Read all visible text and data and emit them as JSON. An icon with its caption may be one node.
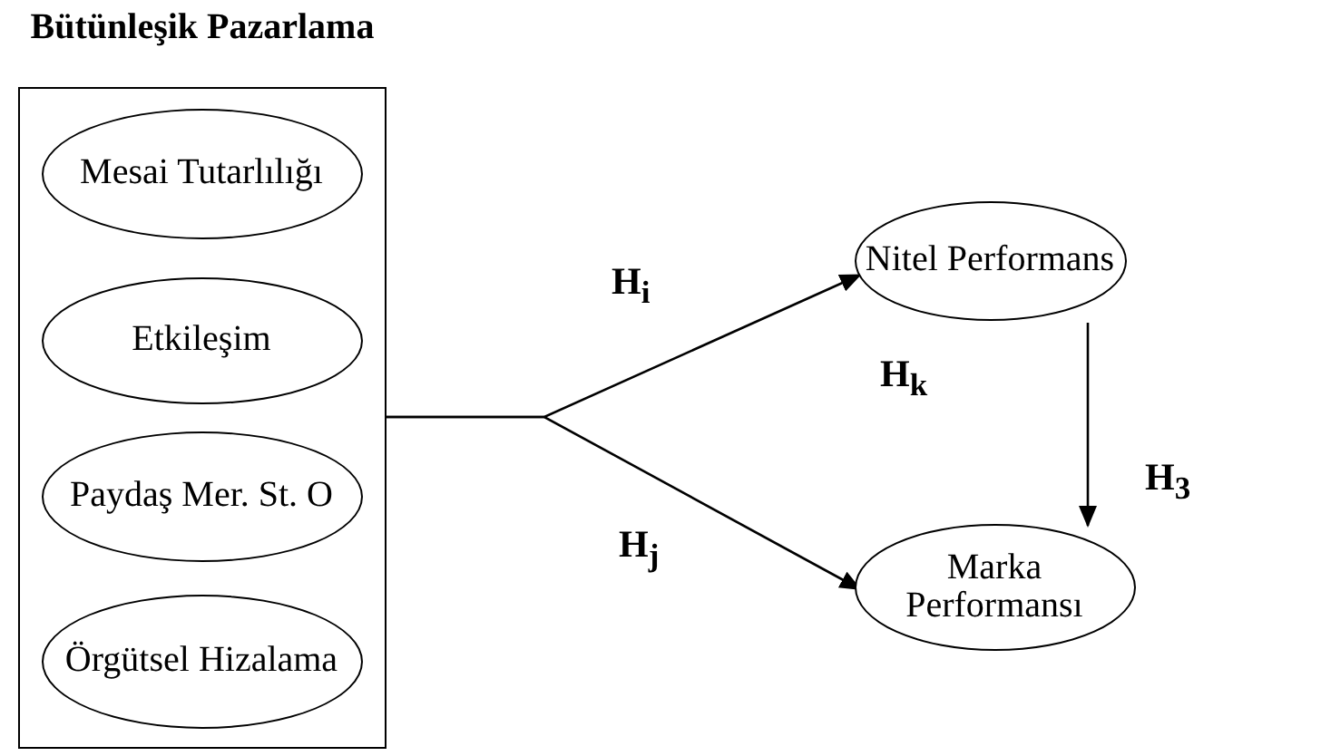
{
  "diagram": {
    "nodes": [
      {
        "text": [
          "Bütünleşik Pazarlama"
        ]
      },
      {
        "text": [
          "Mesai Tutarlılığı"
        ],
        "in": 0
      },
      {
        "text": [
          "Etkileşim"
        ],
        "in": 0
      },
      {
        "text": [
          "Paydaş Mer. St. O"
        ],
        "in": 0
      },
      {
        "text": [
          "Örgütsel Hizalama"
        ],
        "in": 0
      },
      {
        "text": [
          "Nitel Performans"
        ]
      },
      {
        "text": [
          "Marka Performansı"
        ]
      }
    ],
    "edges": [
      {
        "from": 0,
        "to": 5,
        "arrow": "to",
        "label": "H$_{i}$"
      },
      {
        "from": 0,
        "to": 6,
        "arrow": "to",
        "label": "H$_{j}$"
      },
      {
        "from": 5,
        "to": 6,
        "arrow": "to",
        "label": "H$_{3}$"
      }
    ],
    "labels": [
      "H$_{k}$"
    ]
  }
}
